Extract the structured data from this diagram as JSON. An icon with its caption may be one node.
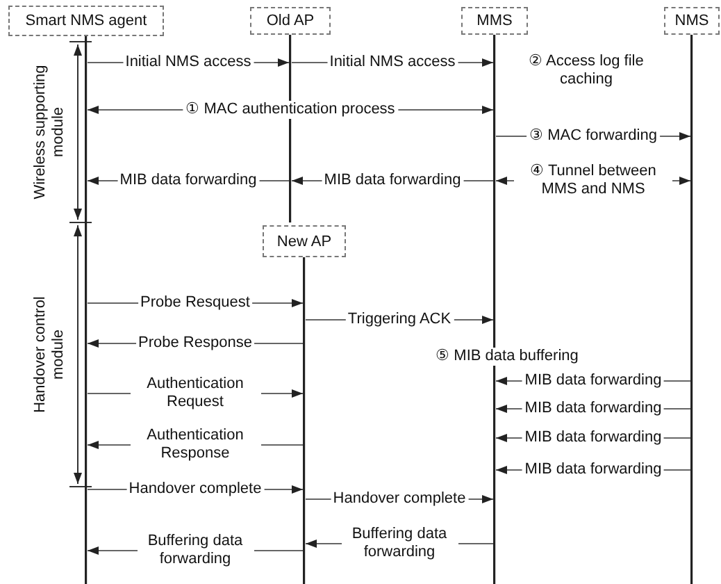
{
  "diagram": {
    "nodes": [
      {
        "text": [
          "Smart NMS agent"
        ]
      },
      {
        "text": [
          "Old AP"
        ]
      },
      {
        "text": [
          "MMS"
        ]
      },
      {
        "text": [
          "NMS"
        ]
      },
      {
        "text": [
          "New AP"
        ]
      }
    ],
    "edges": [
      {
        "from": 0,
        "to": 1,
        "arrow": "to",
        "label": "Initial NMS access"
      },
      {
        "from": 1,
        "to": 2,
        "arrow": "to",
        "label": "Initial NMS access"
      },
      {
        "from": 0,
        "to": 2,
        "arrow": "both",
        "label": "① MAC authentication process"
      },
      {
        "from": 2,
        "to": 3,
        "arrow": "to",
        "label": "③ MAC forwarding"
      },
      {
        "from": 2,
        "to": 3,
        "arrow": "both",
        "label": "④ Tunnel between MMS and NMS"
      },
      {
        "from": 1,
        "to": 0,
        "arrow": "to",
        "label": "MIB data forwarding"
      },
      {
        "from": 2,
        "to": 1,
        "arrow": "to",
        "label": "MIB data forwarding"
      },
      {
        "from": 0,
        "to": 4,
        "arrow": "to",
        "label": "Probe Resquest"
      },
      {
        "from": 4,
        "to": 2,
        "arrow": "to",
        "label": "Triggering ACK"
      },
      {
        "from": 4,
        "to": 0,
        "arrow": "to",
        "label": "Probe Response"
      },
      {
        "from": 3,
        "to": 2,
        "arrow": "to",
        "label": "MIB data forwarding"
      },
      {
        "from": 0,
        "to": 4,
        "arrow": "to",
        "label": "Authentication Request"
      },
      {
        "from": 3,
        "to": 2,
        "arrow": "to",
        "label": "MIB data forwarding"
      },
      {
        "from": 3,
        "to": 2,
        "arrow": "to",
        "label": "MIB data forwarding"
      },
      {
        "from": 4,
        "to": 0,
        "arrow": "to",
        "label": "Authentication Response"
      },
      {
        "from": 3,
        "to": 2,
        "arrow": "to",
        "label": "MIB data forwarding"
      },
      {
        "from": 0,
        "to": 4,
        "arrow": "to",
        "label": "Handover complete"
      },
      {
        "from": 4,
        "to": 2,
        "arrow": "to",
        "label": "Handover complete"
      },
      {
        "from": 2,
        "to": 4,
        "arrow": "to",
        "label": "Buffering data forwarding"
      },
      {
        "from": 4,
        "to": 0,
        "arrow": "to",
        "label": "Buffering data forwarding"
      }
    ],
    "labels": [
      "② Access log file caching",
      "⑤ MIB data buffering",
      "Wireless supporting module",
      "Handover control module"
    ]
  }
}
